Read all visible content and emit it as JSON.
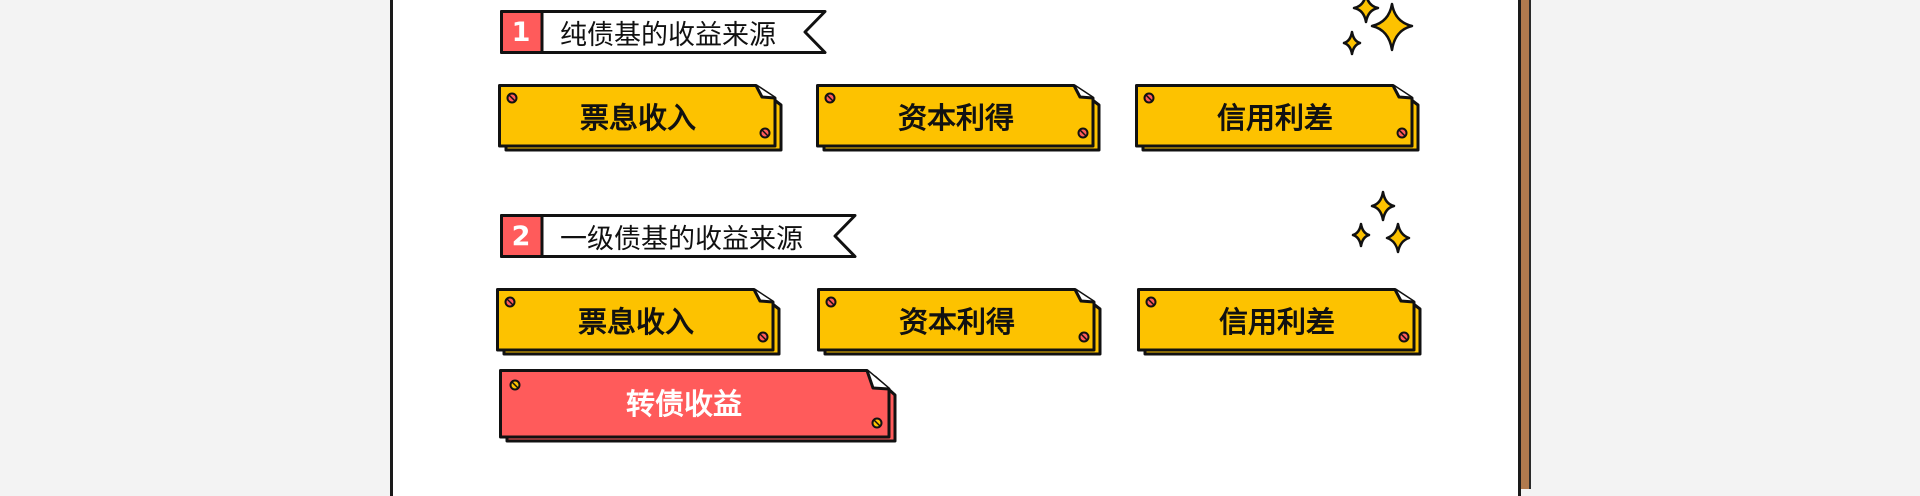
{
  "colors": {
    "yellow": "#fdc200",
    "red": "#ff5b5b",
    "ink": "#111111",
    "frame_wood": "#b07a4e"
  },
  "sections": [
    {
      "number": "1",
      "title": "纯债基的收益来源",
      "tags": [
        "票息收入",
        "资本利得",
        "信用利差"
      ]
    },
    {
      "number": "2",
      "title": "一级债基的收益来源",
      "tags": [
        "票息收入",
        "资本利得",
        "信用利差"
      ],
      "extra_tag": "转债收益"
    }
  ],
  "icons": [
    "sparkle-icon",
    "screw-icon"
  ]
}
